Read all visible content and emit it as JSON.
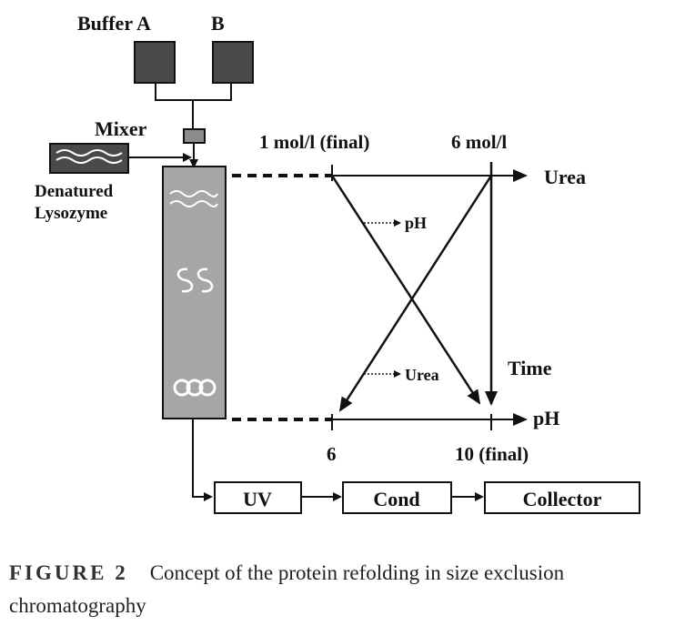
{
  "diagram": {
    "buffer_a_label": "Buffer A",
    "buffer_b_label": "B",
    "mixer_label": "Mixer",
    "sample_label_line1": "Denatured",
    "sample_label_line2": "Lysozyme",
    "urea_start_label": "1 mol/l (final)",
    "urea_end_label": "6 mol/l",
    "urea_axis_label": "Urea",
    "ph_arrow_label": "pH",
    "urea_arrow_label": "Urea",
    "time_label": "Time",
    "ph_axis_label": "pH",
    "ph_start_label": "6",
    "ph_end_label": "10 (final)",
    "uv_label": "UV",
    "cond_label": "Cond",
    "collector_label": "Collector",
    "column_glyph_top": "≈",
    "column_glyph_mid": "SS",
    "column_glyph_bottom": "OO"
  },
  "caption": {
    "figure_label": "FIGURE 2",
    "text": "Concept of the protein refolding in size exclusion chromatography"
  },
  "colors": {
    "reservoir": "#4a4a4a",
    "column": "#a6a6a6",
    "mixer": "#8c8c8c",
    "line": "#111111"
  }
}
